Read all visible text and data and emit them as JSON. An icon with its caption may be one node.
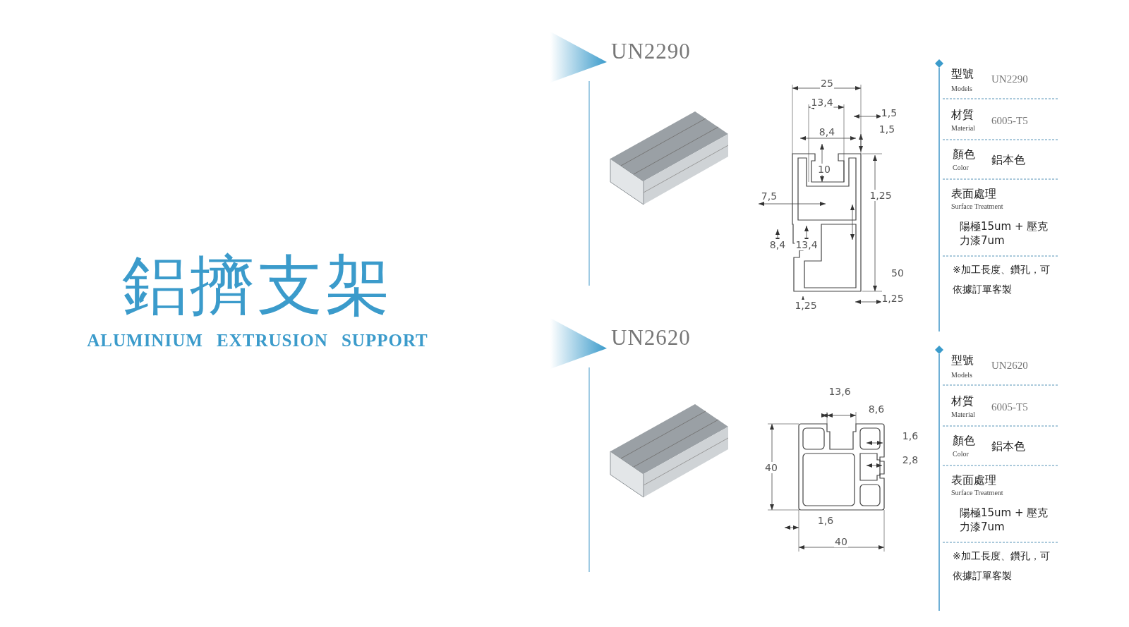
{
  "diagram": {
    "title": "鋁擠支架",
    "labels": [
      "ALUMINIUM EXTRUSION SUPPORT",
      "UN2290",
      "25",
      "13,4",
      "1,5",
      "1,5",
      "8,4",
      "10",
      "7,5",
      "1,25",
      "8,4",
      "13,4",
      "50",
      "1,25",
      "1,25",
      "型號",
      "Models",
      "UN2290",
      "材質",
      "Material",
      "6005-T5",
      "顏色",
      "Color",
      "鋁本色",
      "表面處理",
      "Surface Treatment",
      "陽極15um + 壓克力漆7um",
      "※加工長度、鑽孔，可依據訂單客製",
      "UN2620",
      "13,6",
      "8,6",
      "1,6",
      "2,8",
      "40",
      "1,6",
      "40",
      "型號",
      "Models",
      "UN2620",
      "材質",
      "Material",
      "6005-T5",
      "顏色",
      "Color",
      "鋁本色",
      "表面處理",
      "Surface Treatment",
      "陽極15um + 壓克力漆7um",
      "※加工長度、鑽孔，可依據訂單客製"
    ]
  }
}
